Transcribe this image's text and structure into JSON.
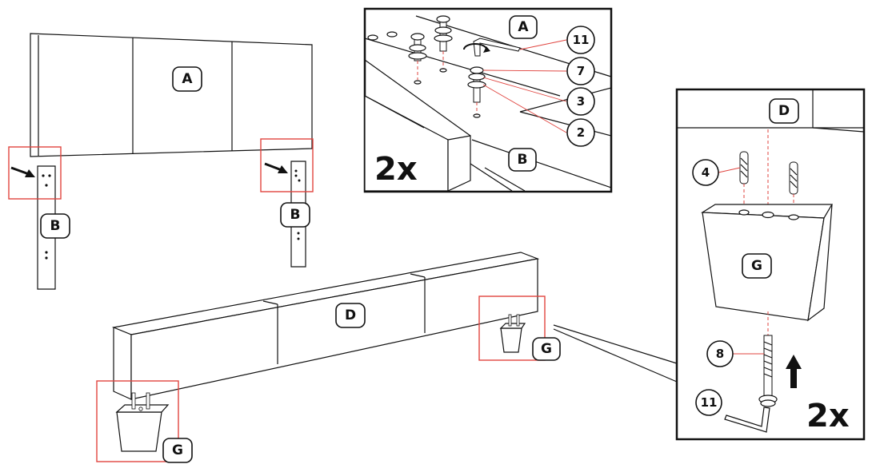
{
  "panels": {
    "headboard": "A",
    "headboard_legs": [
      "B",
      "B"
    ],
    "footboard": "D",
    "feet": [
      "G",
      "G"
    ]
  },
  "detail_top": {
    "parts": [
      "A",
      "B"
    ],
    "callouts": [
      "11",
      "7",
      "3",
      "2"
    ],
    "multiplier": "2x"
  },
  "detail_right": {
    "parts": [
      "D",
      "G"
    ],
    "callouts": [
      "4",
      "8",
      "11"
    ],
    "multiplier": "2x"
  },
  "colors": {
    "highlight": "#e0443f",
    "ink": "#111111"
  }
}
